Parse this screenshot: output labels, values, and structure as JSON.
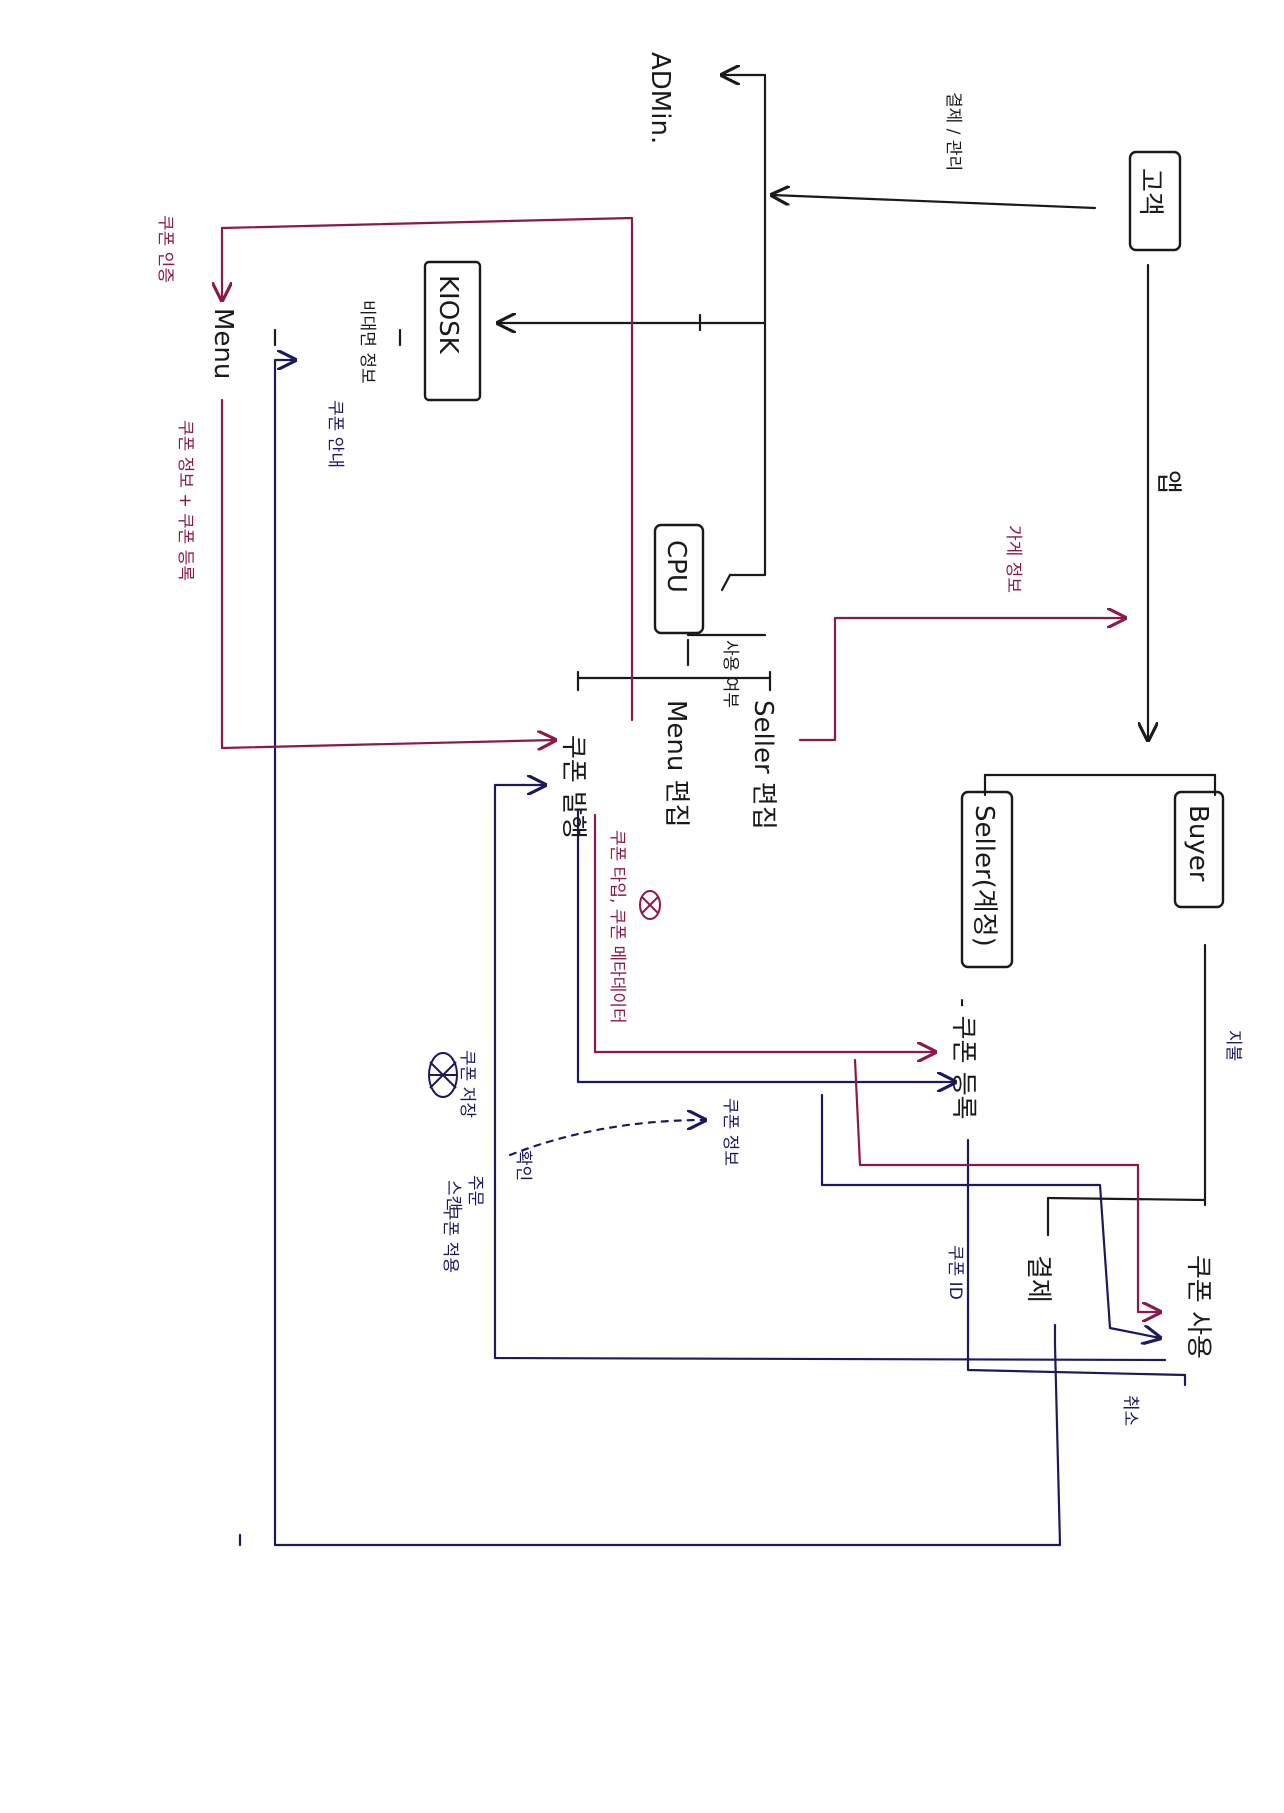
{
  "nodes": {
    "admin": "ADMin.",
    "user": "고객",
    "kiosk": "KIOSK",
    "cpu": "CPU",
    "menu": "Menu",
    "seller_edit": "Seller 편집",
    "menu_edit": "Menu 편집",
    "coupon_issue": "쿠폰 발행",
    "app": "앱",
    "buyer": "Buyer",
    "seller_account": "Seller(계정)",
    "coupon_register": "- 쿠폰 등록",
    "coupon_use": "쿠폰 사용",
    "settle": "결제"
  },
  "labels": {
    "compute_manage": "결제 / 관리",
    "order_info": "비대면 정보",
    "coupon_notice": "쿠폰 안내",
    "coupon_info_confirm": "쿠폰 정보 + 쿠폰 등록",
    "coupon_auth": "쿠폰 인증",
    "cpu_check": "사용 여부",
    "shop_cover": "가게 정보",
    "coupon_type_meta": "쿠폰 타입, 쿠폰 메타데이터",
    "coupon_use_info": "쿠폰 정보",
    "coupon_save": "쿠폰 저장",
    "scan": "스캔",
    "qr_confirm": "확인",
    "order_handle": "주문",
    "coupon_apply": "쿠폰 적용",
    "coupon_id": "쿠폰 ID",
    "store_account": "지불",
    "cancel": "취소"
  },
  "colors": {
    "black_ink": "#1a1a1a",
    "navy_ink": "#1c1a5c",
    "red_ink": "#8a1a4c"
  }
}
